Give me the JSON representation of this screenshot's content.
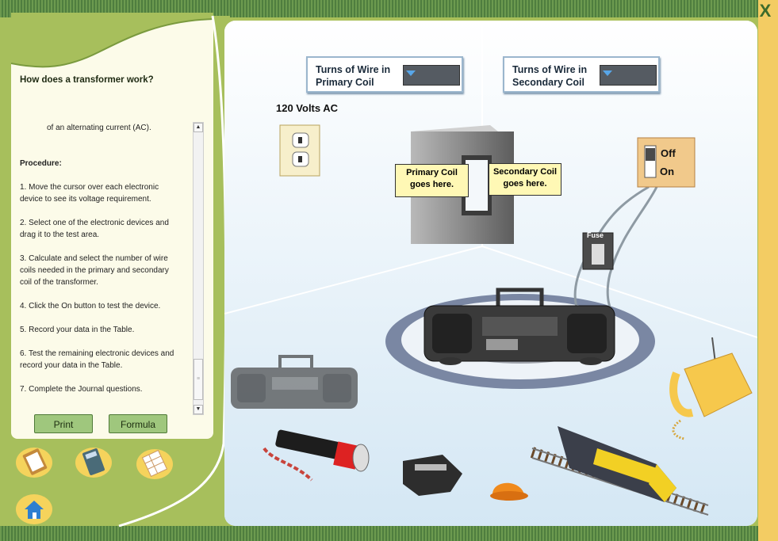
{
  "window": {
    "close_label": "X"
  },
  "panel": {
    "title": "How does a transformer work?",
    "intro_fragment": "of an alternating current (AC).",
    "procedure_heading": "Procedure:",
    "steps": [
      "1. Move the cursor over each electronic device to see its voltage requirement.",
      "2. Select one of the electronic devices and drag it to the test area.",
      "3. Calculate and select the number of wire coils needed in the primary and secondary coil of the transformer.",
      "4. Click the On button to test the device.",
      "5. Record your data in the Table.",
      "6. Test the remaining electronic devices and record your data in the Table.",
      "7. Complete the Journal questions."
    ],
    "print_label": "Print",
    "formula_label": "Formula"
  },
  "tools": [
    "clipboard-icon",
    "calculator-icon",
    "table-icon",
    "home-icon"
  ],
  "primary_dropdown": {
    "label_line1": "Turns of Wire in",
    "label_line2": "Primary Coil",
    "selected": ""
  },
  "secondary_dropdown": {
    "label_line1": "Turns of Wire in",
    "label_line2": "Secondary Coil",
    "selected": ""
  },
  "outlet_label": "120 Volts AC",
  "primary_note": {
    "line1": "Primary Coil",
    "line2": "goes here."
  },
  "secondary_note": {
    "line1": "Secondary Coil",
    "line2": "goes here."
  },
  "switch": {
    "off_label": "Off",
    "on_label": "On"
  },
  "fuse_label": "Fuse",
  "devices": [
    "boombox",
    "flashlight",
    "cd-player",
    "bell",
    "toy-train",
    "telephone"
  ],
  "colors": {
    "accent_green": "#a7bf5c",
    "note_yellow": "#fff8b5",
    "lab_blue": "#dcecf7"
  }
}
